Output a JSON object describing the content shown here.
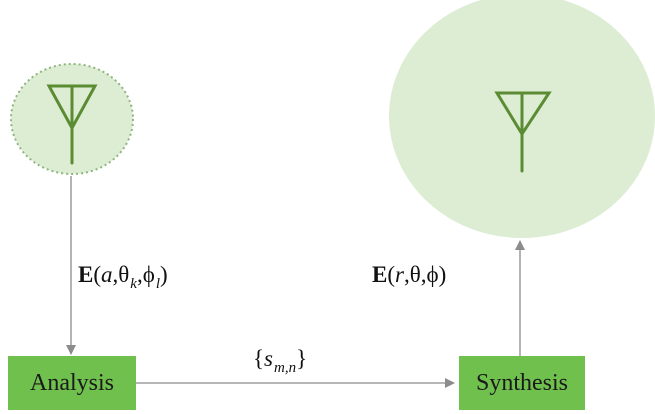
{
  "colors": {
    "box_fill": "#70c04e",
    "circle_fill": "#dcedd3",
    "circle_border": "#8fb57c",
    "antenna": "#5b8c34",
    "arrow": "#8c8c8c"
  },
  "nodes": {
    "analysis": {
      "label": "Analysis"
    },
    "synthesis": {
      "label": "Synthesis"
    },
    "source_antenna": {
      "icon": "antenna-icon",
      "border_style": "dotted"
    },
    "target_antenna": {
      "icon": "antenna-icon",
      "border_style": "none"
    }
  },
  "edges": {
    "source_to_analysis": {
      "bold": "E",
      "open": "(",
      "a": "a",
      "c1": ",θ",
      "sub1": "k",
      "c2": ",ϕ",
      "sub2": "l",
      "close": ")"
    },
    "analysis_to_synthesis": {
      "open": "{",
      "s": "s",
      "sub": "m,n",
      "close": "}"
    },
    "synthesis_to_target": {
      "bold": "E",
      "open": "(",
      "r": "r",
      "rest": ",θ,ϕ)"
    }
  }
}
